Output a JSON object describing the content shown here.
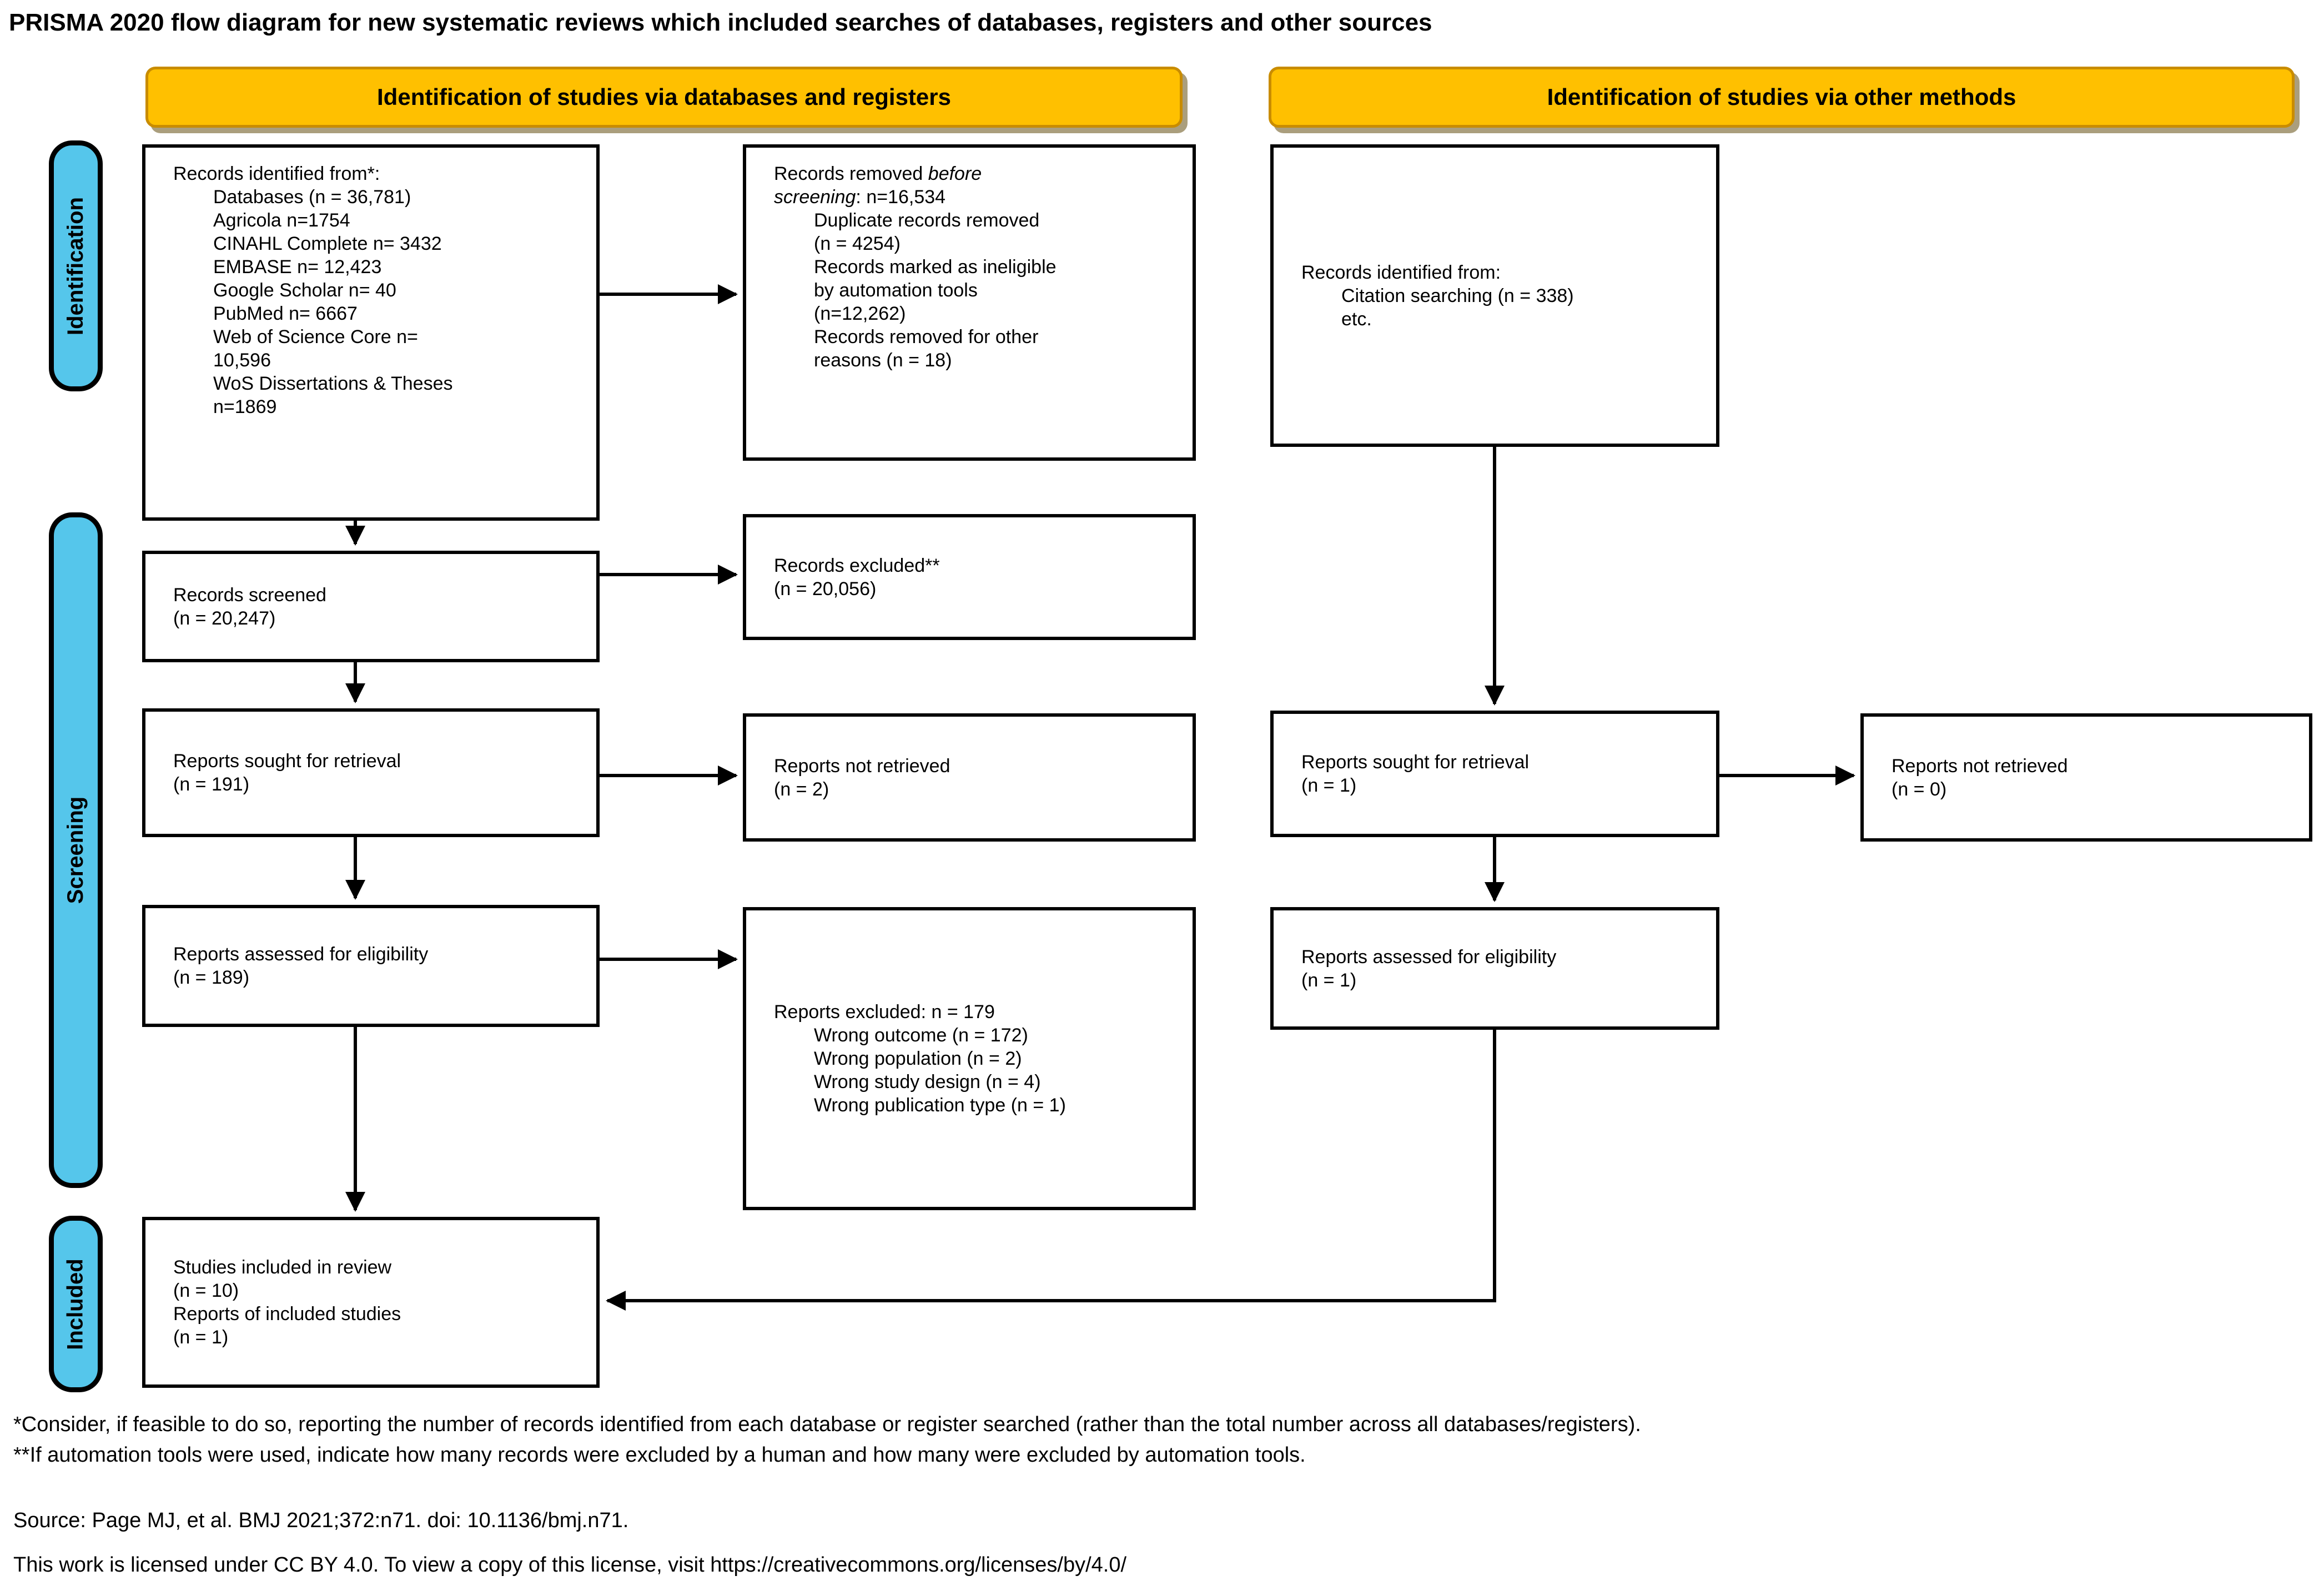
{
  "title": "PRISMA 2020 flow diagram for new systematic reviews which included searches of databases, registers and other sources",
  "banners": {
    "databases": "Identification of studies via databases and registers",
    "other": "Identification of studies via other methods"
  },
  "stages": {
    "identification": "Identification",
    "screening": "Screening",
    "included": "Included"
  },
  "colors": {
    "stage_fill": "#55C6EB",
    "banner_fill": "#FFC000",
    "box_border": "#000000"
  },
  "nodes": {
    "records_identified": {
      "title": "Records identified from*:",
      "lines": [
        "Databases (n = 36,781)",
        "Agricola n=1754",
        "CINAHL Complete n= 3432",
        "EMBASE n= 12,423",
        "Google Scholar n= 40",
        "PubMed n= 6667",
        "Web of Science Core n=",
        "10,596",
        "WoS Dissertations & Theses",
        "n=1869"
      ]
    },
    "records_removed": {
      "line1_prefix": "Records removed ",
      "line1_italic": "before",
      "line2_italic": "screening",
      "line2_suffix": ": n=16,534",
      "lines": [
        "Duplicate records removed",
        "(n = 4254)",
        "Records marked as ineligible",
        "by automation tools",
        "(n=12,262)",
        "Records removed for other",
        "reasons (n = 18)"
      ]
    },
    "other_records_identified": {
      "title": "Records identified from:",
      "lines": [
        "Citation searching (n = 338)",
        "etc."
      ]
    },
    "records_screened": {
      "lines": [
        "Records screened",
        "(n = 20,247)"
      ]
    },
    "records_excluded": {
      "lines": [
        "Records excluded**",
        "(n = 20,056)"
      ]
    },
    "reports_sought_db": {
      "lines": [
        "Reports sought for retrieval",
        "(n = 191)"
      ]
    },
    "reports_not_retrieved_db": {
      "lines": [
        "Reports not retrieved",
        "(n = 2)"
      ]
    },
    "reports_sought_other": {
      "lines": [
        "Reports sought for retrieval",
        "(n = 1)"
      ]
    },
    "reports_not_retrieved_other": {
      "lines": [
        "Reports not retrieved",
        "(n = 0)"
      ]
    },
    "reports_assessed_db": {
      "lines": [
        "Reports assessed for eligibility",
        "(n = 189)"
      ]
    },
    "reports_excluded": {
      "title": "Reports excluded: n = 179",
      "lines": [
        "Wrong outcome (n = 172)",
        "Wrong population (n = 2)",
        "Wrong study design (n = 4)",
        "Wrong publication type (n = 1)"
      ]
    },
    "reports_assessed_other": {
      "lines": [
        "Reports assessed for eligibility",
        "(n = 1)"
      ]
    },
    "studies_included": {
      "lines": [
        "Studies included in review",
        "(n = 10)",
        "Reports of included studies",
        "(n = 1)"
      ]
    }
  },
  "footnotes": {
    "asterisk": "*Consider, if feasible to do so, reporting the number of records identified from each database or register searched (rather than the total number across all databases/registers).",
    "double_asterisk": "**If automation tools were used, indicate how many records were excluded by a human and how many were excluded by automation tools.",
    "source": "Source: Page MJ, et al. BMJ 2021;372:n71. doi: 10.1136/bmj.n71.",
    "license": "This work is licensed under CC BY 4.0. To view a copy of this license, visit https://creativecommons.org/licenses/by/4.0/"
  }
}
